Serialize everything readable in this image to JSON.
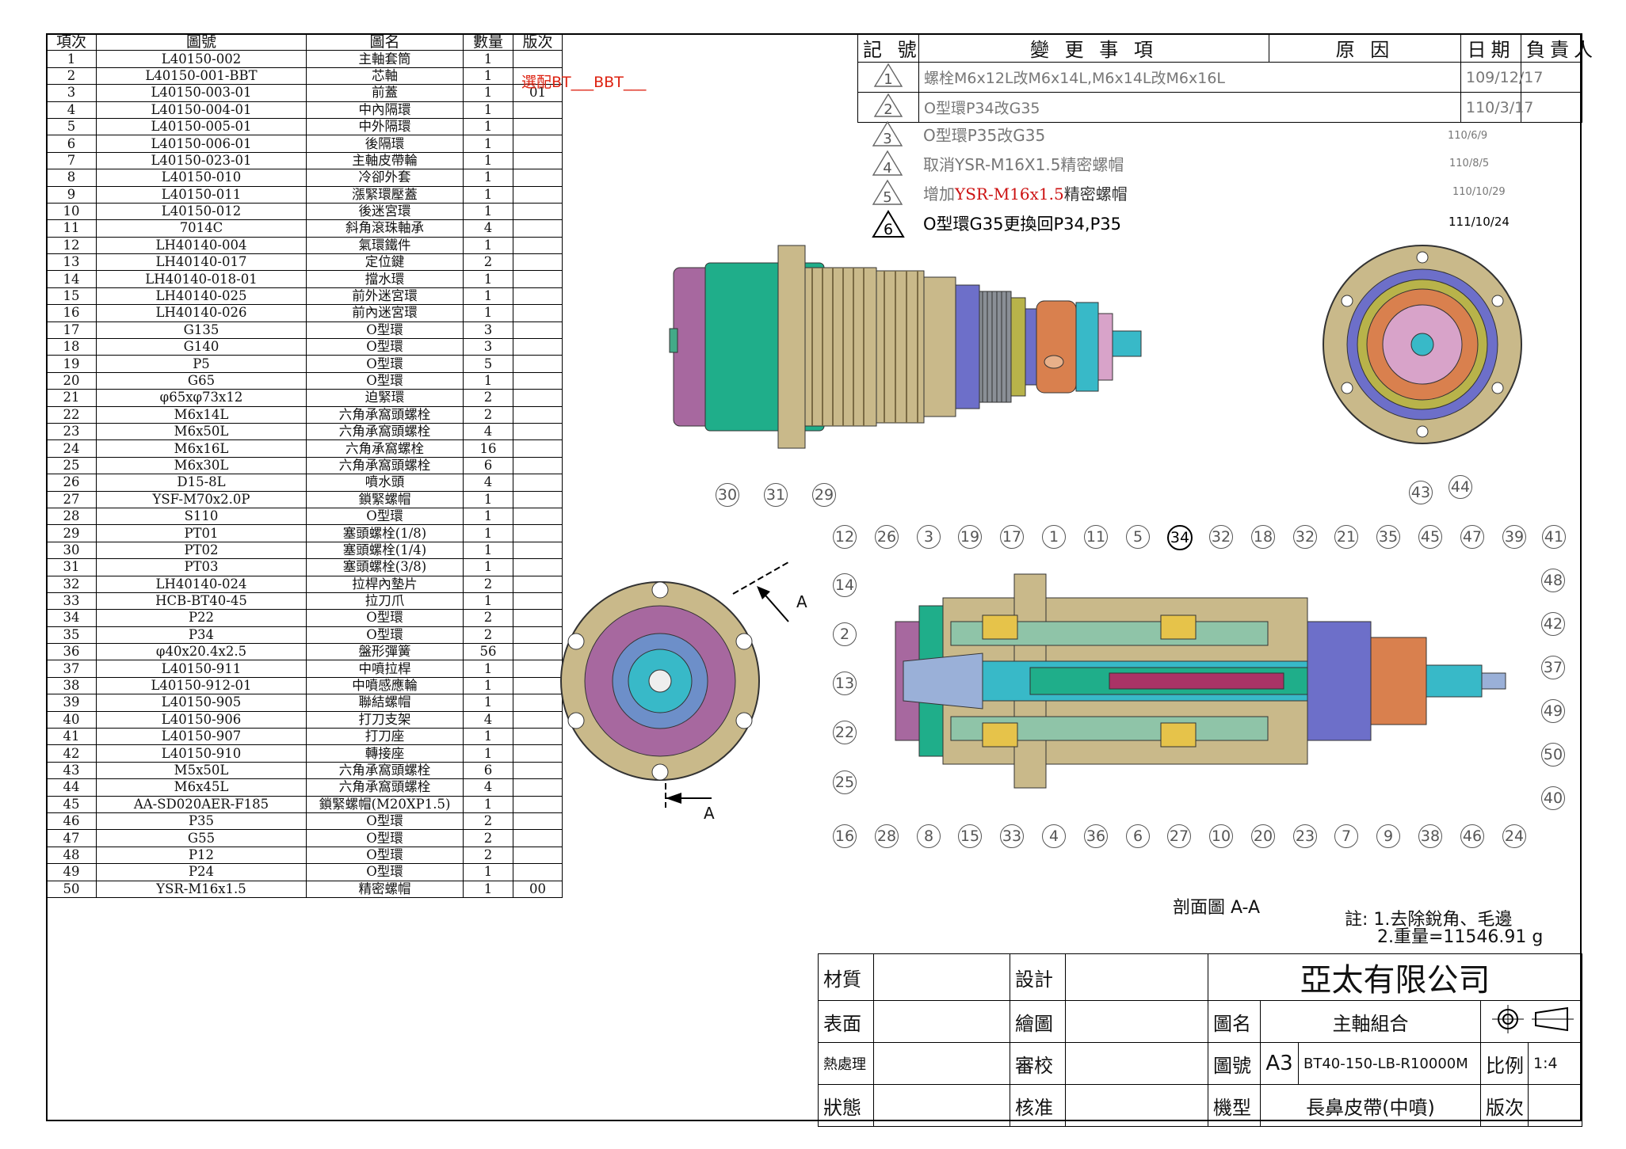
{
  "bom": {
    "headers": [
      "項次",
      "圖號",
      "圖名",
      "數量",
      "版次"
    ],
    "rows": [
      [
        "1",
        "L40150-002",
        "主軸套筒",
        "1",
        ""
      ],
      [
        "2",
        "L40150-001-BBT",
        "芯軸",
        "1",
        ""
      ],
      [
        "3",
        "L40150-003-01",
        "前蓋",
        "1",
        "01"
      ],
      [
        "4",
        "L40150-004-01",
        "中內隔環",
        "1",
        ""
      ],
      [
        "5",
        "L40150-005-01",
        "中外隔環",
        "1",
        ""
      ],
      [
        "6",
        "L40150-006-01",
        "後隔環",
        "1",
        ""
      ],
      [
        "7",
        "L40150-023-01",
        "主軸皮帶輪",
        "1",
        ""
      ],
      [
        "8",
        "L40150-010",
        "冷卻外套",
        "1",
        ""
      ],
      [
        "9",
        "L40150-011",
        "漲緊環壓蓋",
        "1",
        ""
      ],
      [
        "10",
        "L40150-012",
        "後迷宮環",
        "1",
        ""
      ],
      [
        "11",
        "7014C",
        "斜角滾珠軸承",
        "4",
        ""
      ],
      [
        "12",
        "LH40140-004",
        "氣環鐵件",
        "1",
        ""
      ],
      [
        "13",
        "LH40140-017",
        "定位鍵",
        "2",
        ""
      ],
      [
        "14",
        "LH40140-018-01",
        "擋水環",
        "1",
        ""
      ],
      [
        "15",
        "LH40140-025",
        "前外迷宮環",
        "1",
        ""
      ],
      [
        "16",
        "LH40140-026",
        "前內迷宮環",
        "1",
        ""
      ],
      [
        "17",
        "G135",
        "O型環",
        "3",
        ""
      ],
      [
        "18",
        "G140",
        "O型環",
        "3",
        ""
      ],
      [
        "19",
        "P5",
        "O型環",
        "5",
        ""
      ],
      [
        "20",
        "G65",
        "O型環",
        "1",
        ""
      ],
      [
        "21",
        "φ65xφ73x12",
        "迫緊環",
        "2",
        ""
      ],
      [
        "22",
        "M6x14L",
        "六角承窩頭螺栓",
        "2",
        ""
      ],
      [
        "23",
        "M6x50L",
        "六角承窩頭螺栓",
        "4",
        ""
      ],
      [
        "24",
        "M6x16L",
        "六角承窩螺栓",
        "16",
        ""
      ],
      [
        "25",
        "M6x30L",
        "六角承窩頭螺栓",
        "6",
        ""
      ],
      [
        "26",
        "D15-8L",
        "噴水頭",
        "4",
        ""
      ],
      [
        "27",
        "YSF-M70x2.0P",
        "鎖緊螺帽",
        "1",
        ""
      ],
      [
        "28",
        "S110",
        "O型環",
        "1",
        ""
      ],
      [
        "29",
        "PT01",
        "塞頭螺栓(1/8)",
        "1",
        ""
      ],
      [
        "30",
        "PT02",
        "塞頭螺栓(1/4)",
        "1",
        ""
      ],
      [
        "31",
        "PT03",
        "塞頭螺栓(3/8)",
        "1",
        ""
      ],
      [
        "32",
        "LH40140-024",
        "拉桿內墊片",
        "2",
        ""
      ],
      [
        "33",
        "HCB-BT40-45",
        "拉刀爪",
        "1",
        ""
      ],
      [
        "34",
        "P22",
        "O型環",
        "2",
        ""
      ],
      [
        "35",
        "P34",
        "O型環",
        "2",
        ""
      ],
      [
        "36",
        "φ40x20.4x2.5",
        "盤形彈簧",
        "56",
        ""
      ],
      [
        "37",
        "L40150-911",
        "中噴拉桿",
        "1",
        ""
      ],
      [
        "38",
        "L40150-912-01",
        "中噴感應輪",
        "1",
        ""
      ],
      [
        "39",
        "L40150-905",
        "聯結螺帽",
        "1",
        ""
      ],
      [
        "40",
        "L40150-906",
        "打刀支架",
        "4",
        ""
      ],
      [
        "41",
        "L40150-907",
        "打刀座",
        "1",
        ""
      ],
      [
        "42",
        "L40150-910",
        "轉接座",
        "1",
        ""
      ],
      [
        "43",
        "M5x50L",
        "六角承窩頭螺栓",
        "6",
        ""
      ],
      [
        "44",
        "M6x45L",
        "六角承窩頭螺栓",
        "4",
        ""
      ],
      [
        "45",
        "AA-SD020AER-F185",
        "鎖緊螺帽(M20XP1.5)",
        "1",
        ""
      ],
      [
        "46",
        "P35",
        "O型環",
        "2",
        ""
      ],
      [
        "47",
        "G55",
        "O型環",
        "2",
        ""
      ],
      [
        "48",
        "P12",
        "O型環",
        "2",
        ""
      ],
      [
        "49",
        "P24",
        "O型環",
        "1",
        ""
      ],
      [
        "50",
        "YSR-M16x1.5",
        "精密螺帽",
        "1",
        "00"
      ]
    ]
  },
  "select_note": "選配BT___BBT___",
  "revisions": {
    "headers": [
      "記 號",
      "變 更 事 項",
      "原 因",
      "日期",
      "負責人"
    ],
    "rows": [
      {
        "mark": "1",
        "desc": "螺栓M6x12L改M6x14L,M6x14L改M6x16L",
        "date": "109/12/17"
      },
      {
        "mark": "2",
        "desc": "O型環P34改G35",
        "date": "110/3/17"
      },
      {
        "mark": "3",
        "desc": "O型環P35改G35",
        "date": "110/6/9"
      },
      {
        "mark": "4",
        "desc": "取消YSR-M16X1.5精密螺帽",
        "date": "110/8/5"
      },
      {
        "mark": "5",
        "desc_prefix": "增加",
        "desc_highlight": "YSR-M16x1.5",
        "desc_suffix": "精密螺帽",
        "date": "110/10/29"
      },
      {
        "mark": "6",
        "desc": "O型環G35更換回P34,P35",
        "date": "111/10/24"
      }
    ]
  },
  "colors": {
    "highlight": "#cc1111",
    "sleeve": "#1fae8a",
    "housing": "#c9b98a",
    "flange_purple": "#a7689f",
    "shaft_blue": "#5b79c9",
    "pulley_orange": "#d9804e",
    "cyan": "#38b9c8"
  },
  "view_top_bubbles": [
    "30",
    "31",
    "29",
    "43",
    "44"
  ],
  "view_aa": {
    "section_label": "A",
    "bottom_label": "A"
  },
  "section_top_bubbles": [
    "12",
    "26",
    "3",
    "19",
    "17",
    "1",
    "11",
    "5",
    "34",
    "32",
    "18",
    "32",
    "21",
    "35",
    "45",
    "47",
    "39",
    "41"
  ],
  "section_left_bubbles": [
    "14",
    "2",
    "13",
    "22",
    "25"
  ],
  "section_right_bubbles": [
    "48",
    "42",
    "37",
    "49",
    "50",
    "40"
  ],
  "section_bottom_bubbles": [
    "16",
    "28",
    "8",
    "15",
    "33",
    "4",
    "36",
    "6",
    "27",
    "10",
    "20",
    "23",
    "7",
    "9",
    "38",
    "46",
    "24"
  ],
  "section_caption": "剖面圖 A-A",
  "notes": {
    "line1": "註: 1.去除銳角、毛邊",
    "line2": "2.重量=11546.91 g"
  },
  "titleblock": {
    "material": "材質",
    "surface": "表面",
    "heat": "熱處理",
    "state": "狀態",
    "design": "設計",
    "drawing": "繪圖",
    "review": "審校",
    "approve": "核准",
    "company": "亞太有限公司",
    "name_label": "圖名",
    "name_value": "主軸組合",
    "number_label": "圖號",
    "paper": "A3",
    "number_value": "BT40-150-LB-R10000M",
    "scale_label": "比例",
    "scale_value": "1:4",
    "model_label": "機型",
    "model_value": "長鼻皮帶(中噴)",
    "version_label": "版次"
  }
}
